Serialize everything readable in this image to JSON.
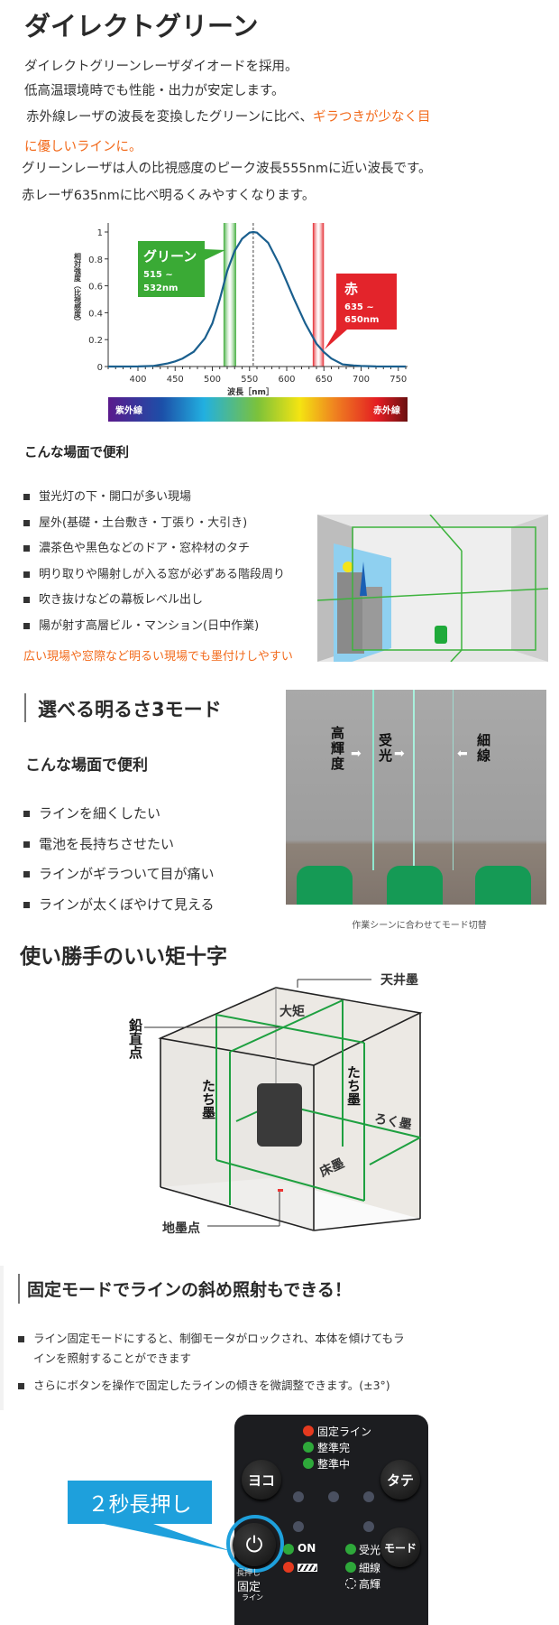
{
  "title": "ダイレクトグリーン",
  "intro": {
    "l1": "ダイレクトグリーンレーザダイオードを採用。",
    "l2": "低高温環境時でも性能・出力が安定します。",
    "l3a": "赤外線レーザの波長を変換したグリーンに比べ、",
    "l3b": "ギラつきが少なく目",
    "l4": "に優しいラインに。",
    "l5": "グリーンレーザは人の比視感度のピーク波長555nmに近い波長です。",
    "l6": "赤レーザ635nmに比べ明るくみやすくなります。"
  },
  "chart_data": {
    "type": "line",
    "xlabel": "波長［nm］",
    "ylabel": "相対強度（比視感度）",
    "xlim": [
      360,
      760
    ],
    "ylim": [
      0,
      1
    ],
    "xticks": [
      400,
      450,
      500,
      550,
      600,
      650,
      700,
      750
    ],
    "yticks": [
      0,
      0.2,
      0.4,
      0.6,
      0.8,
      1
    ],
    "ytick_labels": [
      "0",
      "0.2",
      "0.4",
      "0.6",
      "0.8",
      "1"
    ],
    "x": [
      360,
      400,
      420,
      440,
      450,
      460,
      475,
      490,
      500,
      510,
      520,
      530,
      540,
      550,
      555,
      560,
      575,
      590,
      600,
      610,
      625,
      640,
      650,
      660,
      675,
      690,
      700,
      720,
      760
    ],
    "y": [
      0,
      0.0004,
      0.004,
      0.023,
      0.038,
      0.06,
      0.11,
      0.21,
      0.32,
      0.5,
      0.71,
      0.86,
      0.95,
      0.995,
      1.0,
      0.995,
      0.92,
      0.76,
      0.63,
      0.5,
      0.32,
      0.17,
      0.107,
      0.06,
      0.016,
      0.008,
      0.004,
      0.001,
      0
    ],
    "peak_line": 555,
    "bands": [
      {
        "name": "グリーン",
        "range_label1": "515 ~",
        "range_label2": "532nm",
        "from": 515,
        "to": 532,
        "color": "#3aaa35"
      },
      {
        "name": "赤",
        "range_label1": "635 ~",
        "range_label2": "650nm",
        "from": 635,
        "to": 650,
        "color": "#e3242b"
      }
    ],
    "spectrum": {
      "left": "紫外線",
      "right": "赤外線"
    },
    "curve_color": "#1a5f8e"
  },
  "scene1": {
    "heading": "こんな場面で便利",
    "items": [
      "蛍光灯の下・開口が多い現場",
      "屋外(基礎・土台敷き・丁張り・大引き)",
      "濃茶色や黒色などのドア・窓枠材のタチ",
      "明り取りや陽射しが入る窓が必ずある階段周り",
      "吹き抜けなどの幕板レベル出し",
      "陽が射す高層ビル・マンション(日中作業)"
    ],
    "note": "広い現場や窓際など明るい現場でも墨付けしやすい"
  },
  "modes": {
    "title": "選べる明るさ3モード",
    "heading": "こんな場面で便利",
    "items": [
      "ラインを細くしたい",
      "電池を長持ちさせたい",
      "ラインがギラついて目が痛い",
      "ラインが太くぼやけて見える"
    ],
    "photo_labels": {
      "high": "高輝度",
      "receive": "受光",
      "fine": "細線"
    },
    "caption": "作業シーンに合わせてモード切替"
  },
  "cross": {
    "title": "使い勝手のいい矩十字",
    "labels": {
      "ceiling": "天井墨",
      "square": "大矩",
      "plumb": "鉛直点",
      "vertical_left": "たち墨",
      "vertical_right": "たち墨",
      "horizontal": "ろく墨",
      "floor": "床墨",
      "ground_point": "地墨点"
    }
  },
  "fixed": {
    "title": "固定モードでラインの斜め照射もできる！",
    "items": [
      "ライン固定モードにすると、制御モータがロックされ、本体を傾けてもラ",
      "インを照射することができます",
      "さらにボタンを操作で固定したラインの傾きを微調整できます。(±3°)"
    ]
  },
  "panel": {
    "callout": "２秒長押し",
    "yoko": "ヨコ",
    "tate": "タテ",
    "mode": "モード",
    "legend_fixed": "固定ライン",
    "legend_done": "整準完",
    "legend_busy": "整準中",
    "on": "ON",
    "receive": "受光",
    "fine": "細線",
    "high": "高輝",
    "power_sub1": "長押し",
    "power_sub2": "固定",
    "power_sub3": "ライン",
    "colors": {
      "red": "#e53a1f",
      "green": "#2ea83a",
      "callout": "#1ea0dc"
    }
  }
}
